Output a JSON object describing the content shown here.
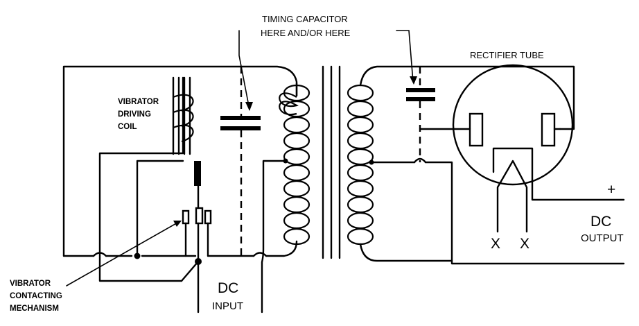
{
  "labels": {
    "timing_capacitor_line1": "TIMING CAPACITOR",
    "timing_capacitor_line2": "HERE AND/OR HERE",
    "rectifier_tube": "RECTIFIER TUBE",
    "driving_coil_line1": "VIBRATOR",
    "driving_coil_line2": "DRIVING",
    "driving_coil_line3": "COIL",
    "mechanism_line1": "VIBRATOR",
    "mechanism_line2": "CONTACTING",
    "mechanism_line3": "MECHANISM",
    "dc_input_line1": "DC",
    "dc_input_line2": "INPUT",
    "dc_output_plus": "+",
    "dc_output_line1": "DC",
    "dc_output_line2": "OUTPUT",
    "heater_x1": "X",
    "heater_x2": "X"
  }
}
